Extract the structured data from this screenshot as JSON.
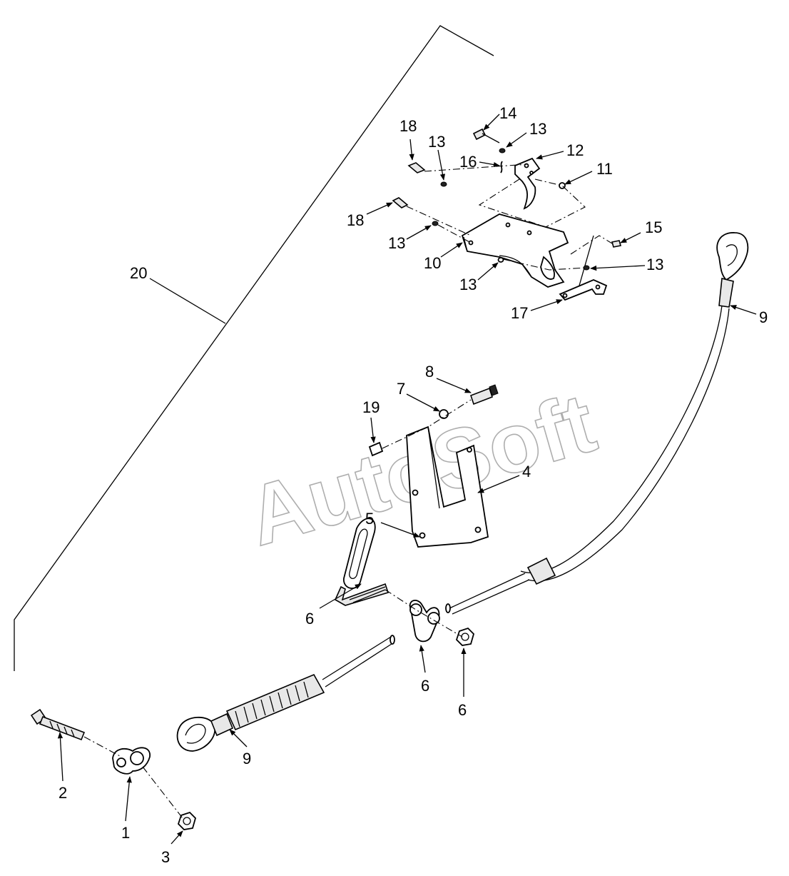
{
  "watermark": "AutoSoft",
  "callouts": {
    "c20": "20",
    "c14": "14",
    "c18a": "18",
    "c13a": "13",
    "c13b": "13",
    "c16": "16",
    "c12": "12",
    "c11": "11",
    "c18b": "18",
    "c13c": "13",
    "c15": "15",
    "c10": "10",
    "c13d": "13",
    "c13e": "13",
    "c17": "17",
    "c9a": "9",
    "c8": "8",
    "c7": "7",
    "c19": "19",
    "c4": "4",
    "c5": "5",
    "c6a": "6",
    "c6b": "6",
    "c6c": "6",
    "c9b": "9",
    "c2": "2",
    "c1": "1",
    "c3": "3"
  }
}
